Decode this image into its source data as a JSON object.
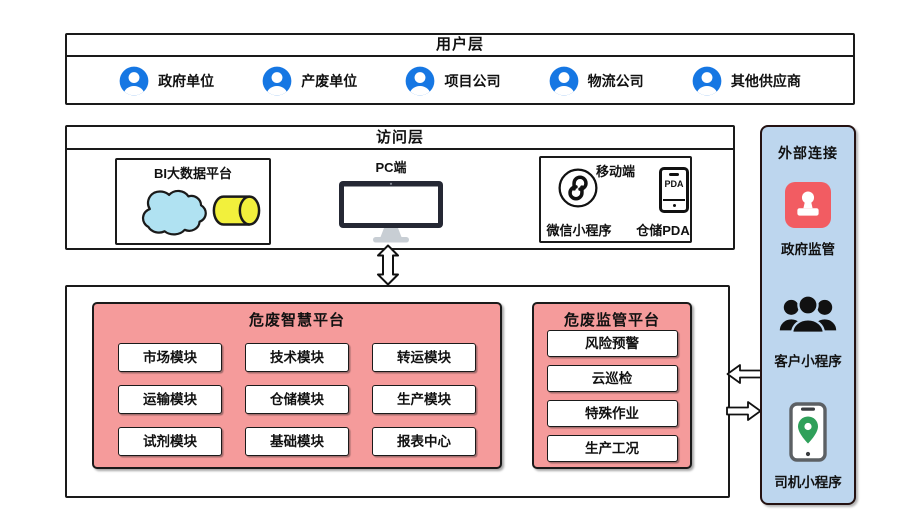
{
  "user_layer": {
    "title": "用户层",
    "users": [
      {
        "label": "政府单位",
        "icon": "user-avatar-icon"
      },
      {
        "label": "产废单位",
        "icon": "user-avatar-icon"
      },
      {
        "label": "项目公司",
        "icon": "user-avatar-icon"
      },
      {
        "label": "物流公司",
        "icon": "user-avatar-icon"
      },
      {
        "label": "其他供应商",
        "icon": "user-avatar-icon"
      }
    ]
  },
  "access_layer": {
    "title": "访问层",
    "bi_platform": {
      "title": "BI大数据平台",
      "icons": [
        "cloud-icon",
        "database-cylinder-icon"
      ]
    },
    "pc": {
      "label": "PC端",
      "icon": "monitor-icon"
    },
    "mobile": {
      "title": "移动端",
      "wechat_label": "微信小程序",
      "wechat_icon": "wechat-miniprogram-icon",
      "pda_label": "仓储PDA",
      "pda_icon": "pda-device-icon",
      "pda_text": "PDA"
    }
  },
  "platform_layer": {
    "smart_platform": {
      "title": "危废智慧平台",
      "modules": [
        "市场模块",
        "技术模块",
        "转运模块",
        "运输模块",
        "仓储模块",
        "生产模块",
        "试剂模块",
        "基础模块",
        "报表中心"
      ]
    },
    "supervision_platform": {
      "title": "危废监管平台",
      "modules": [
        "风险预警",
        "云巡检",
        "特殊作业",
        "生产工况"
      ]
    }
  },
  "external_panel": {
    "title": "外部连接",
    "items": [
      {
        "label": "政府监管",
        "icon": "stamp-icon"
      },
      {
        "label": "客户小程序",
        "icon": "people-group-icon"
      },
      {
        "label": "司机小程序",
        "icon": "phone-location-icon"
      }
    ]
  },
  "connectors": [
    "double-vertical-arrow",
    "arrow-left",
    "arrow-right"
  ],
  "colors": {
    "user_icon_blue": "#1677E3",
    "platform_pink": "#F59B9B",
    "panel_blue": "#BDD6EE",
    "gov_red": "#F25C62",
    "pin_green": "#2FA05A",
    "cloud_blue": "#B0E2F2",
    "cylinder_yellow": "#F2F03C",
    "outline_black": "#1a1a1a"
  }
}
